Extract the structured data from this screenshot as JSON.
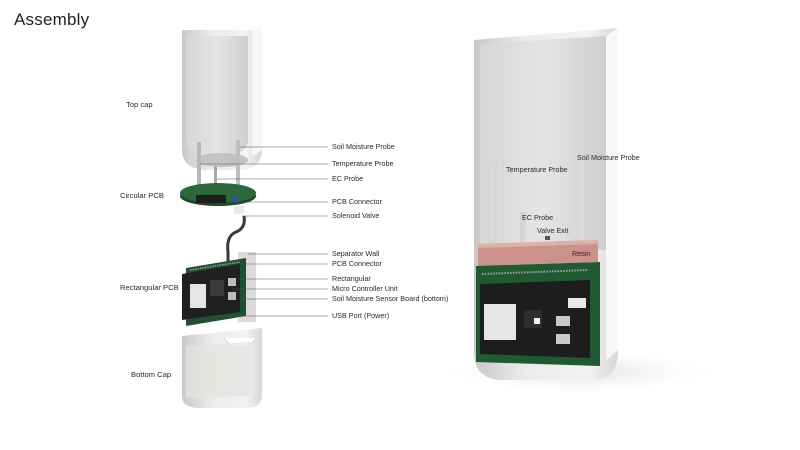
{
  "page": {
    "title": "Assembly"
  },
  "exploded_view": {
    "sections": {
      "top_cap": "Top cap",
      "circular_pcb": "Circular PCB",
      "rectangular_pcb": "Rectangular PCB",
      "bottom_cap": "Bottom Cap"
    },
    "callouts": {
      "soil_moisture_probe": "Soil Moisture Probe",
      "temperature_probe": "Temperature Probe",
      "ec_probe": "EC Probe",
      "pcb_connector_top": "PCB Connector",
      "solenoid_valve": "Solenoid Valve",
      "separator_wall": "Separator Wall",
      "pcb_connector_bottom": "PCB Connector",
      "rectangular": "Rectangular",
      "micro_controller_unit": "Micro Controller Unit",
      "soil_moisture_sensor_board": "Soil Moisture Sensor Board (bottom)",
      "usb_port": "USB Port (Power)"
    }
  },
  "assembled_view": {
    "labels": {
      "temperature_probe": "Temperature Probe",
      "soil_moisture_probe": "Soil Moisture Probe",
      "ec_probe": "EC Probe",
      "valve_exit": "Valve Exit",
      "resin": "Resin"
    }
  },
  "colors": {
    "shell": "#ecebea",
    "shell_shadow": "#d3d2d0",
    "pcb_green": "#1f5a31",
    "pcb_black": "#1d1d1d",
    "resin": "#cc918a"
  }
}
